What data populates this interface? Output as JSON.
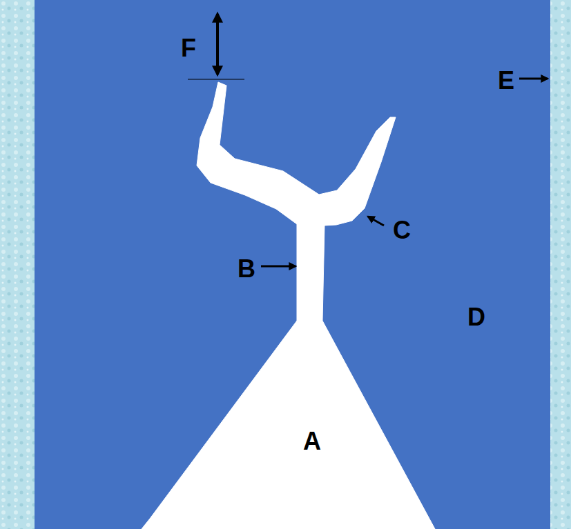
{
  "diagram": {
    "labels": [
      "F",
      "E",
      "C",
      "B",
      "D",
      "A"
    ]
  }
}
